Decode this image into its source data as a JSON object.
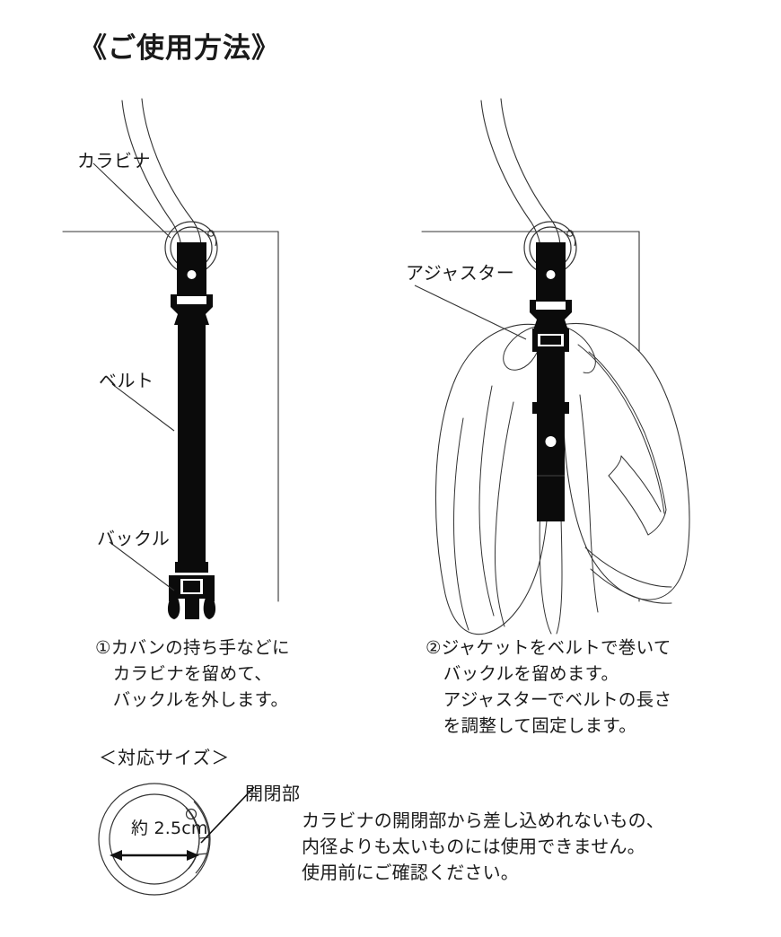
{
  "document": {
    "title": "《ご使用方法》",
    "language": "ja"
  },
  "colors": {
    "ink": "#1a1a1a",
    "belt": "#0b0b0b",
    "outline": "#333333",
    "background": "#ffffff"
  },
  "steps": [
    {
      "number": "①",
      "caption": "①カバンの持ち手などに\n　カラビナを留めて、\n　バックルを外します。",
      "labels": {
        "carabiner": "カラビナ",
        "belt": "ベルト",
        "buckle": "バックル"
      }
    },
    {
      "number": "②",
      "caption": "②ジャケットをベルトで巻いて\n　バックルを留めます。\n　アジャスターでベルトの長さ\n　を調整して固定します。",
      "labels": {
        "adjuster": "アジャスター"
      }
    }
  ],
  "size_section": {
    "heading": "＜対応サイズ＞",
    "dimension_label": "約 2.5cm",
    "gate_label": "開閉部",
    "note": "カラビナの開閉部から差し込めれないもの、\n内径よりも太いものには使用できません。\n使用前にご確認ください。"
  },
  "icons": {
    "carabiner_ring": "carabiner-ring-icon",
    "belt_strap": "belt-strap-icon",
    "side_release_buckle": "side-release-buckle-icon",
    "adjuster_slider": "adjuster-slider-icon",
    "bag_handle": "bag-handle-icon",
    "jacket": "jacket-icon",
    "dimension_arrow": "dimension-arrow-icon",
    "leader_line": "leader-line-icon"
  }
}
